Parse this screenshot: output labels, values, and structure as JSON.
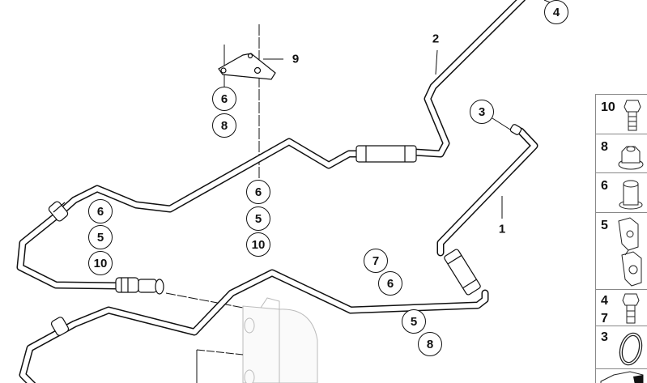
{
  "diagram": {
    "title": "Oil cooler lines",
    "part_labels": {
      "p1": "1",
      "p2": "2",
      "p9": "9"
    },
    "callouts": {
      "c4": "4",
      "c3": "3",
      "c6a": "6",
      "c8a": "8",
      "c6b": "6",
      "c5b": "5",
      "c10b": "10",
      "c6c": "6",
      "c5c": "5",
      "c10c": "10",
      "c7d": "7",
      "c6d": "6",
      "c5e": "5",
      "c8e": "8"
    }
  },
  "parts_panel": {
    "items": [
      {
        "numbers": [
          "10"
        ],
        "icon": "hex-bolt-icon"
      },
      {
        "numbers": [
          "8"
        ],
        "icon": "hex-nut-icon"
      },
      {
        "numbers": [
          "6"
        ],
        "icon": "sleeve-icon"
      },
      {
        "numbers": [
          "5"
        ],
        "icon": "clip-icon"
      },
      {
        "numbers": [
          "4",
          "7"
        ],
        "icon": "short-bolt-icon"
      },
      {
        "numbers": [
          "3"
        ],
        "icon": "o-ring-icon"
      },
      {
        "numbers": [],
        "icon": "more-arrow-icon"
      }
    ]
  }
}
